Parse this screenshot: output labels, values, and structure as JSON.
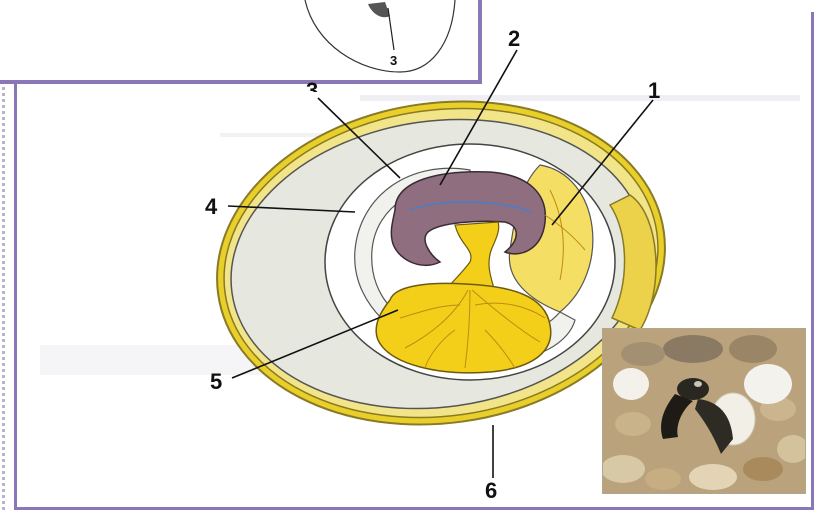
{
  "labels": {
    "l1": "1",
    "l2": "2",
    "l3_partial": "3",
    "l4": "4",
    "l5": "5",
    "l6": "6",
    "inset_l3": "3"
  },
  "colors": {
    "shell": "#e8cf2a",
    "albumen": "#e6e8df",
    "amnion": "#efefec",
    "yolk": "#f4cf1a",
    "embryo": "#8f6f7f",
    "frame": "#8a77b8"
  },
  "icons": {
    "photo": "hatching-turtle-photo"
  }
}
